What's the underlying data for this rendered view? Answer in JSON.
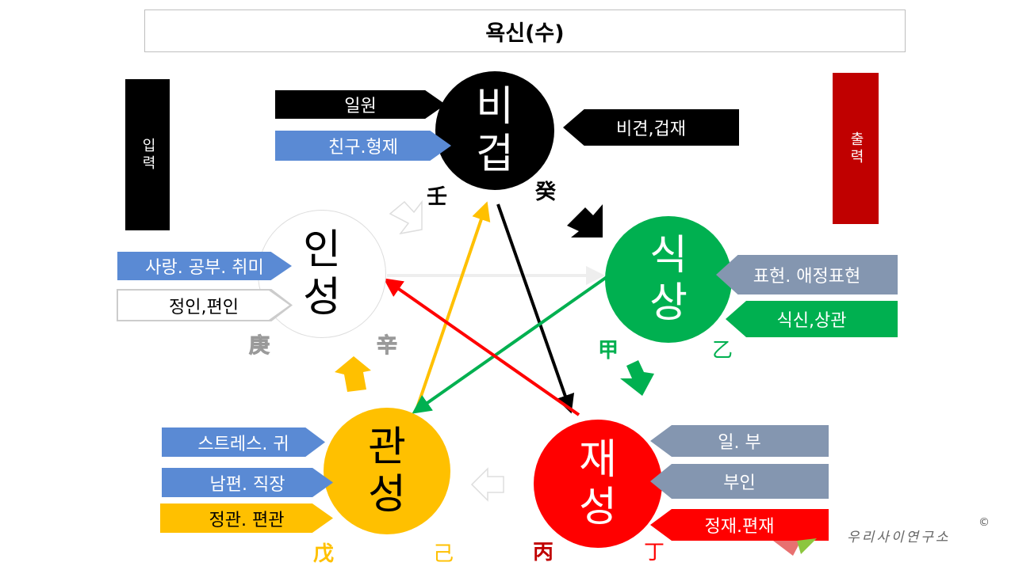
{
  "title": "욕신(수)",
  "side": {
    "input": "입력",
    "output": "출력",
    "input_color": "#000000",
    "output_color": "#c00000"
  },
  "elements": {
    "bigeop": {
      "line1": "비",
      "line2": "겁",
      "color": "#000000"
    },
    "inseong": {
      "line1": "인",
      "line2": "성",
      "color": "#ffffff"
    },
    "siksang": {
      "line1": "식",
      "line2": "상",
      "color": "#00b050"
    },
    "gwanseong": {
      "line1": "관",
      "line2": "성",
      "color": "#ffc000"
    },
    "jaeseong": {
      "line1": "재",
      "line2": "성",
      "color": "#ff0000"
    }
  },
  "tags": {
    "ilwon": "일원",
    "chingu": "친구.형제",
    "bigyeon": "비견,겁재",
    "sarang": "사랑. 공부. 취미",
    "jeongin": "정인,편인",
    "pyohyeon": "표현. 애정표현",
    "siksin": "식신,상관",
    "stress": "스트레스. 귀",
    "nampyeon": "남편. 직장",
    "jeonggwan": "정관. 편관",
    "il": "일. 부",
    "buin": "부인",
    "jeongjae": "정재.편재"
  },
  "stems": {
    "im": "壬",
    "gye": "癸",
    "gyeong": "庚",
    "sin": "辛",
    "gap": "甲",
    "eul": "乙",
    "mu": "戊",
    "gi": "己",
    "byeong": "丙",
    "jeong": "丁"
  },
  "logo": {
    "text": "우리사이연구소",
    "copyright": "©"
  }
}
